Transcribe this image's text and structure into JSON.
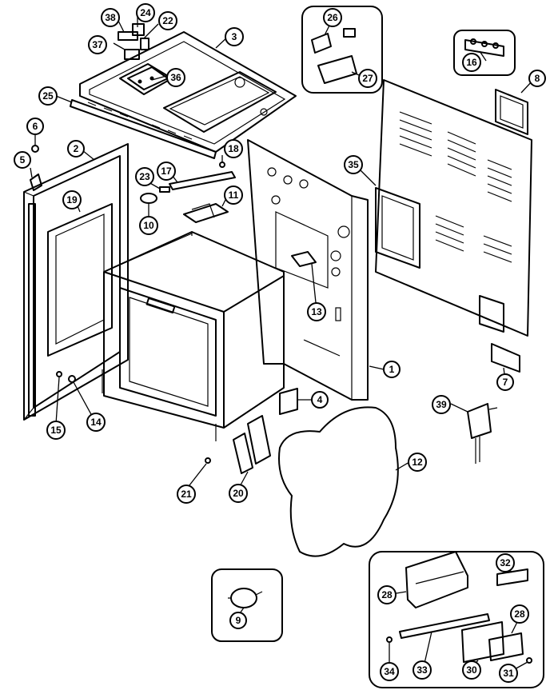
{
  "diagram": {
    "type": "exploded-parts-diagram",
    "callouts": [
      {
        "id": "c38",
        "label": "38"
      },
      {
        "id": "c24",
        "label": "24"
      },
      {
        "id": "c22",
        "label": "22"
      },
      {
        "id": "c37",
        "label": "37"
      },
      {
        "id": "c3",
        "label": "3"
      },
      {
        "id": "c36",
        "label": "36"
      },
      {
        "id": "c25",
        "label": "25"
      },
      {
        "id": "c6",
        "label": "6"
      },
      {
        "id": "c5",
        "label": "5"
      },
      {
        "id": "c2",
        "label": "2"
      },
      {
        "id": "c19",
        "label": "19"
      },
      {
        "id": "c18",
        "label": "18"
      },
      {
        "id": "c17",
        "label": "17"
      },
      {
        "id": "c23",
        "label": "23"
      },
      {
        "id": "c10",
        "label": "10"
      },
      {
        "id": "c11",
        "label": "11"
      },
      {
        "id": "c26",
        "label": "26"
      },
      {
        "id": "c27",
        "label": "27"
      },
      {
        "id": "c16",
        "label": "16"
      },
      {
        "id": "c8",
        "label": "8"
      },
      {
        "id": "c35",
        "label": "35"
      },
      {
        "id": "c13",
        "label": "13"
      },
      {
        "id": "c1",
        "label": "1"
      },
      {
        "id": "c7",
        "label": "7"
      },
      {
        "id": "c4",
        "label": "4"
      },
      {
        "id": "c39",
        "label": "39"
      },
      {
        "id": "c12",
        "label": "12"
      },
      {
        "id": "c15",
        "label": "15"
      },
      {
        "id": "c14",
        "label": "14"
      },
      {
        "id": "c21",
        "label": "21"
      },
      {
        "id": "c20",
        "label": "20"
      },
      {
        "id": "c9",
        "label": "9"
      },
      {
        "id": "c32",
        "label": "32"
      },
      {
        "id": "c28a",
        "label": "28"
      },
      {
        "id": "c28b",
        "label": "28"
      },
      {
        "id": "c33",
        "label": "33"
      },
      {
        "id": "c34",
        "label": "34"
      },
      {
        "id": "c30",
        "label": "30"
      },
      {
        "id": "c31",
        "label": "31"
      }
    ]
  }
}
